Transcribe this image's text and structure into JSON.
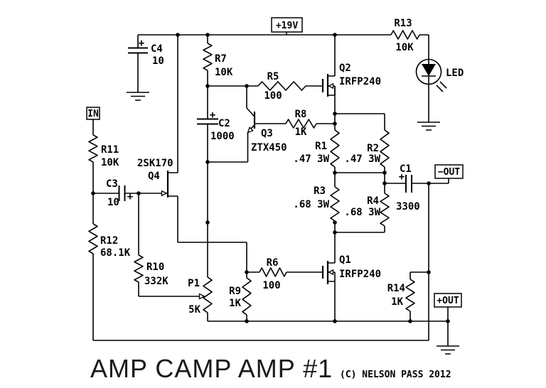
{
  "title": "AMP CAMP AMP #1",
  "copyright": "(C) NELSON PASS 2012",
  "terminals": {
    "power": "+19V",
    "input": "IN",
    "out_neg": "−OUT",
    "out_pos": "+OUT"
  },
  "components": {
    "c1": {
      "ref": "C1",
      "value": "3300",
      "pol": "+"
    },
    "c2": {
      "ref": "C2",
      "value": "1000",
      "pol": "+"
    },
    "c3": {
      "ref": "C3",
      "value": "10",
      "pol": "+"
    },
    "c4": {
      "ref": "C4",
      "value": "10",
      "pol": "+"
    },
    "r1": {
      "ref": "R1",
      "value": ".47 3W"
    },
    "r2": {
      "ref": "R2",
      "value": ".47 3W"
    },
    "r3": {
      "ref": "R3",
      "value": ".68 3W"
    },
    "r4": {
      "ref": "R4",
      "value": ".68 3W"
    },
    "r5": {
      "ref": "R5",
      "value": "100"
    },
    "r6": {
      "ref": "R6",
      "value": "100"
    },
    "r7": {
      "ref": "R7",
      "value": "10K"
    },
    "r8": {
      "ref": "R8",
      "value": "1K"
    },
    "r9": {
      "ref": "R9",
      "value": "1K"
    },
    "r10": {
      "ref": "R10",
      "value": "332K"
    },
    "r11": {
      "ref": "R11",
      "value": "10K"
    },
    "r12": {
      "ref": "R12",
      "value": "68.1K"
    },
    "r13": {
      "ref": "R13",
      "value": "10K"
    },
    "r14": {
      "ref": "R14",
      "value": "1K"
    },
    "p1": {
      "ref": "P1",
      "value": "5K"
    },
    "q1": {
      "ref": "Q1",
      "part": "IRFP240"
    },
    "q2": {
      "ref": "Q2",
      "part": "IRFP240"
    },
    "q3": {
      "ref": "Q3",
      "part": "ZTX450"
    },
    "q4": {
      "ref": "Q4",
      "part": "2SK170"
    },
    "led": {
      "ref": "LED"
    }
  }
}
